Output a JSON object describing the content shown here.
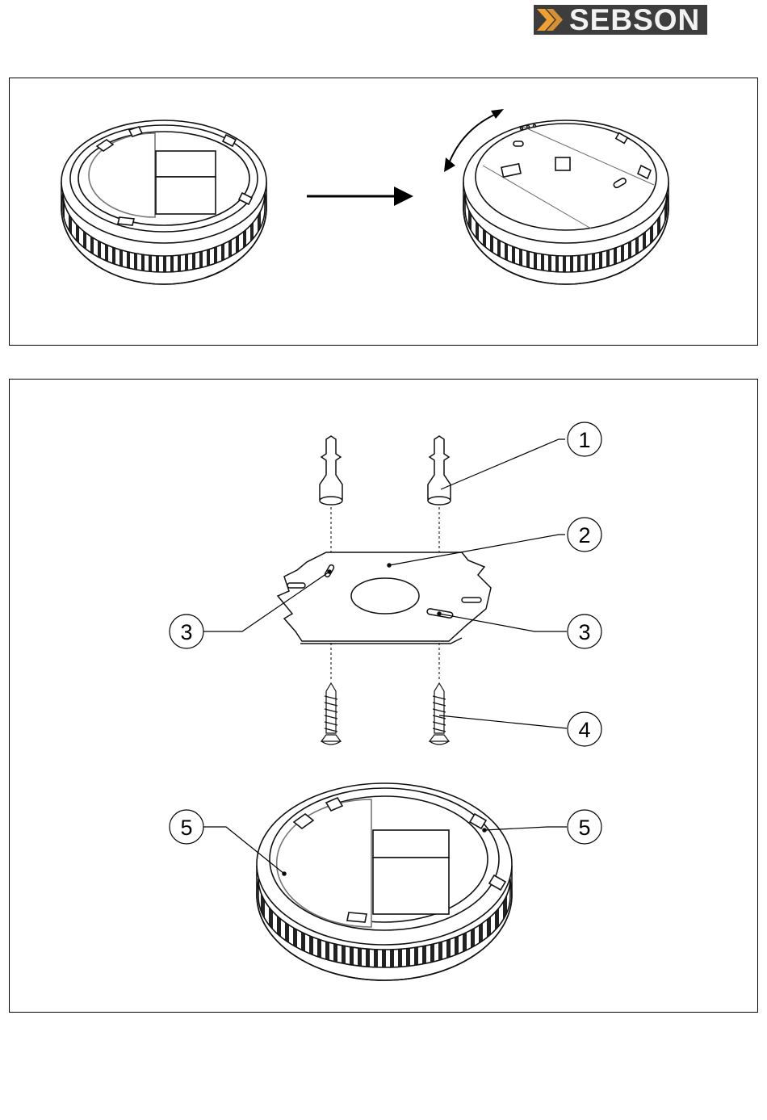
{
  "brand": {
    "name": "SEBSON",
    "accent": "#f0a030",
    "background": "#3d3d3d"
  },
  "callouts": {
    "c1": "1",
    "c2": "2",
    "c3_left": "3",
    "c3_right": "3",
    "c4": "4",
    "c5_left": "5",
    "c5_right": "5"
  },
  "icons": [
    "rotate-arrow-icon",
    "right-arrow-icon",
    "wall-plug-icon",
    "screw-icon"
  ]
}
